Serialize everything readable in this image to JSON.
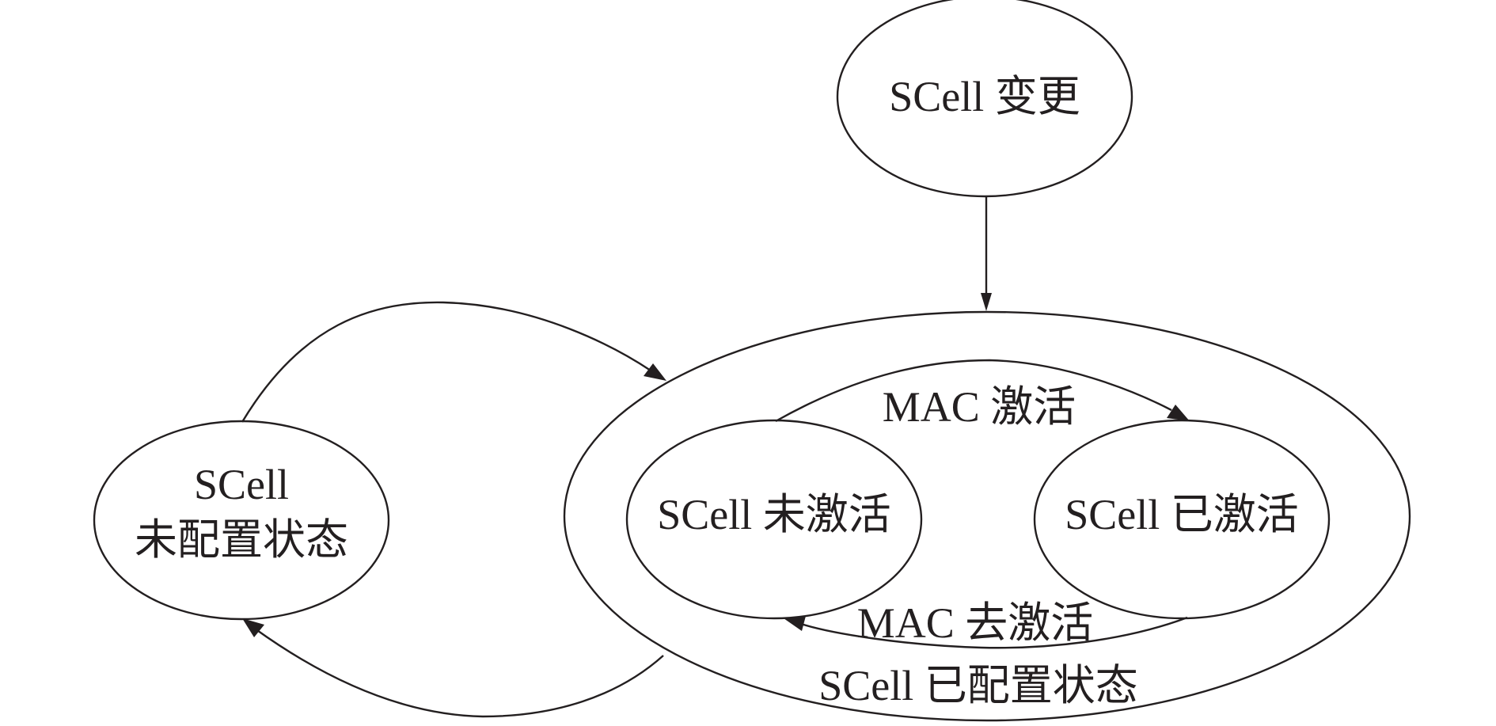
{
  "nodes": {
    "scell_change": {
      "label": "SCell 变更"
    },
    "unconfigured": {
      "label_line1": "SCell",
      "label_line2": "未配置状态"
    },
    "configured": {
      "label": "SCell 已配置状态"
    },
    "deactivated": {
      "label": "SCell 未激活"
    },
    "activated": {
      "label": "SCell 已激活"
    }
  },
  "edges": {
    "activate": {
      "label": "MAC 激活"
    },
    "deactivate": {
      "label": "MAC 去激活"
    }
  }
}
